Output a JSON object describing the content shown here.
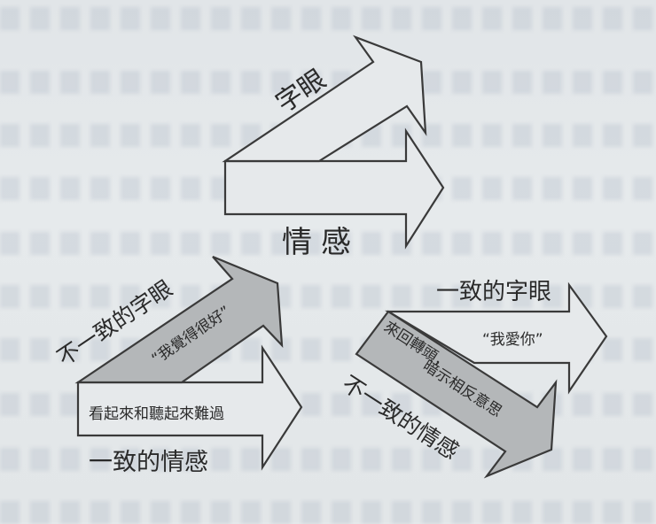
{
  "diagram": {
    "top_group": {
      "word_arrow_label": "字眼",
      "emotion_arrow_label": "情感"
    },
    "left_group": {
      "word_arrow_label": "不一致的字眼",
      "word_arrow_inner_text": "“我覺得很好”",
      "emotion_arrow_inner_text": "看起來和聽起來難過",
      "emotion_arrow_label": "一致的情感"
    },
    "right_group": {
      "word_arrow_label": "一致的字眼",
      "word_arrow_inner_text": "“我愛你”",
      "emotion_arrow_inner_text_line1": "來回轉頭，",
      "emotion_arrow_inner_text_line2": "暗示相反意思",
      "emotion_arrow_label": "不一致的情感"
    },
    "colors": {
      "paper": "#e4e8ea",
      "outline": "#3a3a3a",
      "gray_fill": "#b4b7b9",
      "text": "#2a2a2a"
    }
  }
}
